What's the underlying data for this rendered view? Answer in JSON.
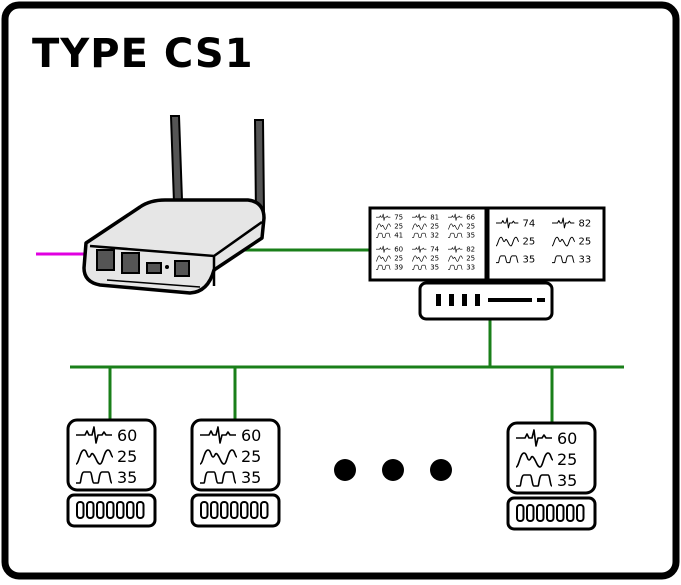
{
  "title": "TYPE CS1",
  "colors": {
    "frame": "#000000",
    "network_line": "#1a7f1a",
    "uplink_line": "#e000e0",
    "device_body": "#e6e6e6",
    "device_dark": "#555555"
  },
  "central_display": {
    "left_screen_tiles": [
      {
        "hr": "75",
        "sp": "25",
        "rr": "41"
      },
      {
        "hr": "81",
        "sp": "25",
        "rr": "32"
      },
      {
        "hr": "66",
        "sp": "25",
        "rr": "35"
      },
      {
        "hr": "60",
        "sp": "25",
        "rr": "39"
      },
      {
        "hr": "74",
        "sp": "25",
        "rr": "35"
      },
      {
        "hr": "82",
        "sp": "25",
        "rr": "33"
      }
    ],
    "right_screen_tiles": [
      {
        "hr": "74",
        "sp": "25",
        "rr": "35"
      },
      {
        "hr": "82",
        "sp": "25",
        "rr": "33"
      }
    ]
  },
  "bedside_monitors": [
    {
      "hr": "60",
      "sp": "25",
      "rr": "35"
    },
    {
      "hr": "60",
      "sp": "25",
      "rr": "35"
    },
    {
      "hr": "60",
      "sp": "25",
      "rr": "35"
    }
  ],
  "ellipsis_dots": 3
}
